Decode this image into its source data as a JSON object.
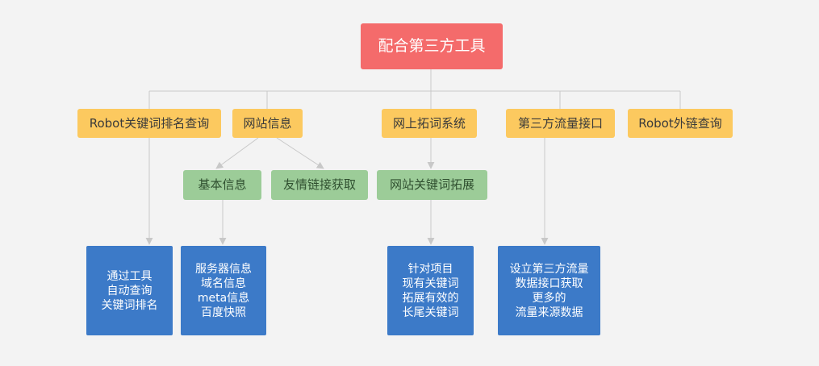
{
  "root": {
    "label": "配合第三方工具"
  },
  "branches": [
    {
      "label": "Robot关键词排名查询"
    },
    {
      "label": "网站信息"
    },
    {
      "label": "网上拓词系统"
    },
    {
      "label": "第三方流量接口"
    },
    {
      "label": "Robot外链查询"
    }
  ],
  "sub_nodes": [
    {
      "label": "基本信息"
    },
    {
      "label": "友情链接获取"
    },
    {
      "label": "网站关键词拓展"
    }
  ],
  "leaves": [
    {
      "lines": [
        "通过工具",
        "自动查询",
        "关键词排名"
      ]
    },
    {
      "lines": [
        "服务器信息",
        "域名信息",
        "meta信息",
        "百度快照"
      ]
    },
    {
      "lines": [
        "针对项目",
        "现有关键词",
        "拓展有效的",
        "长尾关键词"
      ]
    },
    {
      "lines": [
        "设立第三方流量",
        "数据接口获取",
        "更多的",
        "流量来源数据"
      ]
    }
  ],
  "colors": {
    "root": "#f46b6b",
    "branch": "#fcc95f",
    "sub": "#9ccc98",
    "leaf": "#3c7ac8",
    "connector": "#c8c8c8"
  }
}
